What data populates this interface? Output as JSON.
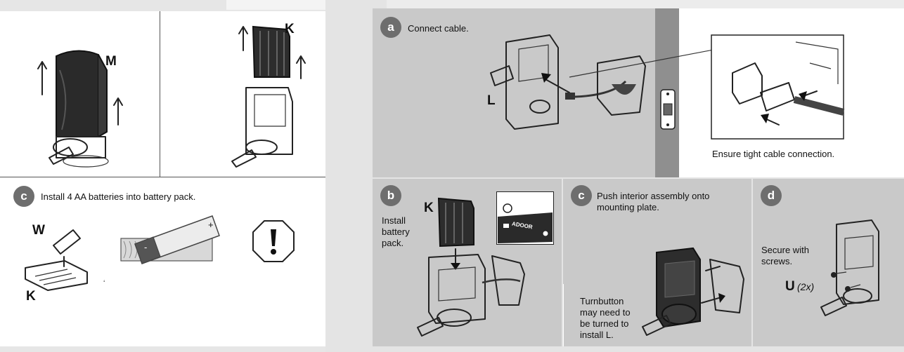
{
  "left": {
    "top_left_label": "M",
    "top_right_label": "K",
    "step_c_letter": "c",
    "step_c_text": "Install 4 AA batteries into battery pack.",
    "battery_label": "W",
    "pack_label": "K",
    "battery_plus": "+",
    "battery_minus": "-",
    "warning_icon": "octagon-exclamation-icon"
  },
  "right": {
    "step_a_letter": "a",
    "step_a_text": "Connect cable.",
    "label_L": "L",
    "cable_text": "Ensure tight cable connection.",
    "step_b_letter": "b",
    "step_b_text_lines": [
      "Install",
      "battery",
      "pack."
    ],
    "label_K": "K",
    "inset_brand": "ADOOR",
    "step_c_letter": "c",
    "step_c_text_lines": [
      "Push interior assembly onto",
      "mounting plate."
    ],
    "turnbutton_lines": [
      "Turnbutton",
      "may need to",
      "be turned to",
      "install L."
    ],
    "step_d_letter": "d",
    "step_d_text_lines": [
      "Secure with",
      "screws."
    ],
    "screws_label": "U",
    "screws_count": "(2x)"
  },
  "colors": {
    "step_circle": "#6e6e6e",
    "grey_panel": "#c9c9c9",
    "door_edge": "#8f8f8f"
  }
}
